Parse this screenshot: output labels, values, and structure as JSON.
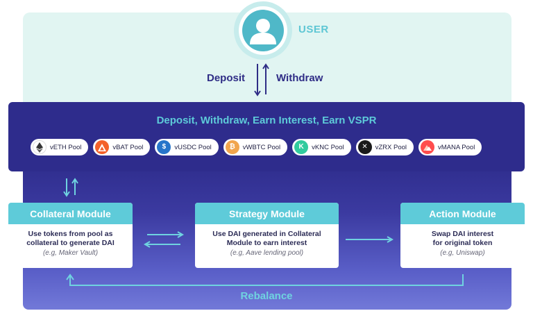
{
  "user": {
    "label": "USER"
  },
  "flow": {
    "deposit": "Deposit",
    "withdraw": "Withdraw"
  },
  "pool_band": {
    "title": "Deposit, Withdraw, Earn Interest, Earn VSPR",
    "pools": [
      {
        "label": "vETH Pool",
        "icon": "ethereum-icon",
        "color": "#ffffff"
      },
      {
        "label": "vBAT Pool",
        "icon": "bat-icon",
        "color": "#f4622a"
      },
      {
        "label": "vUSDC Pool",
        "icon": "usdc-icon",
        "color": "#2775ca"
      },
      {
        "label": "vWBTC Pool",
        "icon": "wbtc-icon",
        "color": "#f1a54d"
      },
      {
        "label": "vKNC Pool",
        "icon": "knc-icon",
        "color": "#31cb9e"
      },
      {
        "label": "vZRX Pool",
        "icon": "zrx-icon",
        "color": "#1a1a1a"
      },
      {
        "label": "vMANA Pool",
        "icon": "mana-icon",
        "color": "#ff4d4d"
      }
    ]
  },
  "modules": {
    "collateral": {
      "title": "Collateral Module",
      "line1": "Use tokens from pool as",
      "line2": "collateral to generate DAI",
      "example": "(e.g, Maker Vault)"
    },
    "strategy": {
      "title": "Strategy Module",
      "line1": "Use DAI generated in Collateral",
      "line2": "Module to earn interest",
      "example": "(e.g, Aave lending pool)"
    },
    "action": {
      "title": "Action Module",
      "line1": "Swap DAI interest",
      "line2": "for original token",
      "example": "(e.g, Uniswap)"
    }
  },
  "rebalance": {
    "label": "Rebalance"
  },
  "colors": {
    "navy": "#2e2c8c",
    "teal": "#5ecbd9",
    "mint_bg": "#e1f5f2",
    "arrow_light": "#6fd3e0"
  }
}
